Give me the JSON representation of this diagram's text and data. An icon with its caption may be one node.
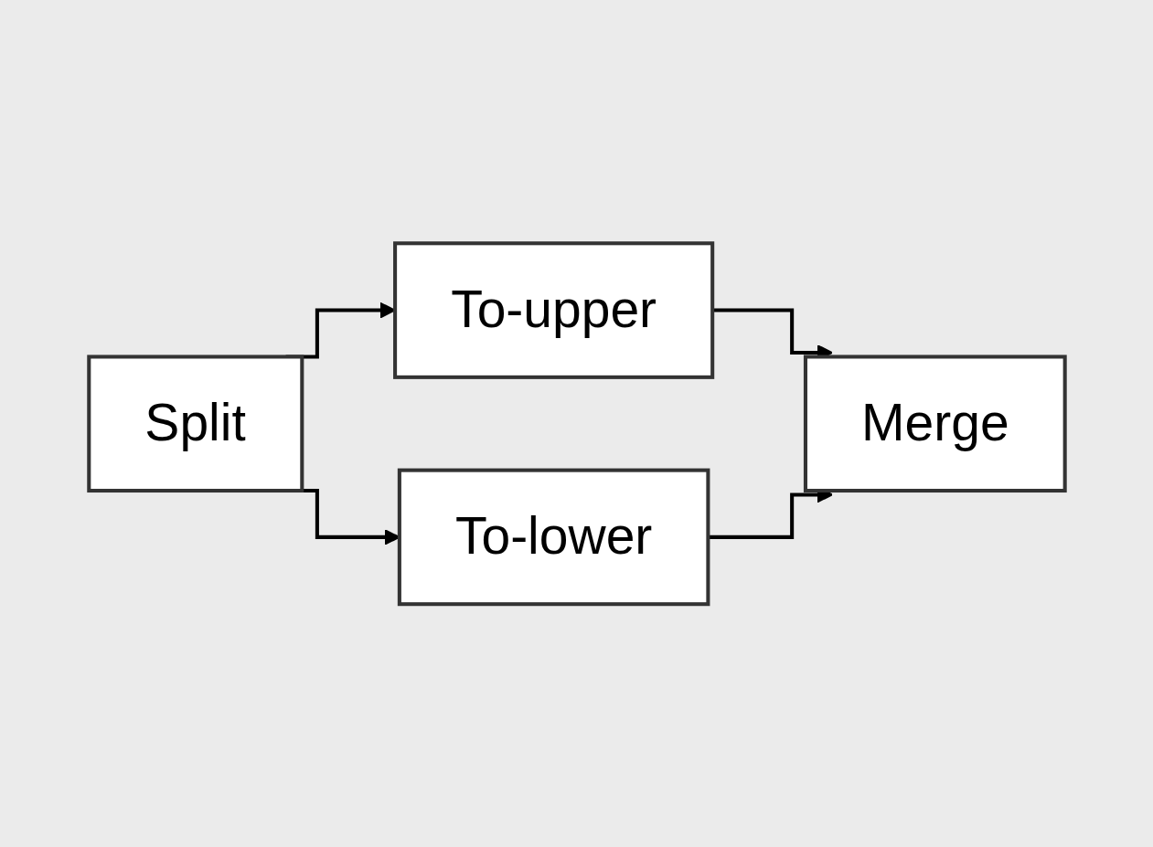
{
  "diagram": {
    "nodes": [
      {
        "text": [
          "To-upper"
        ]
      },
      {
        "text": [
          "Split"
        ]
      },
      {
        "text": [
          "Merge"
        ]
      },
      {
        "text": [
          "To-lower"
        ]
      }
    ],
    "edges": [
      {
        "from": 1,
        "to": 0,
        "arrow": "to"
      },
      {
        "from": 1,
        "to": 3,
        "arrow": "to"
      },
      {
        "from": 0,
        "to": 2,
        "arrow": "to"
      },
      {
        "from": 3,
        "to": 2,
        "arrow": "to"
      }
    ]
  }
}
